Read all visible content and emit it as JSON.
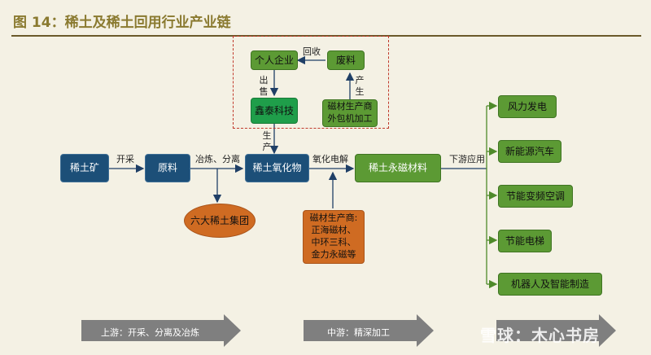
{
  "title": "图 14：稀土及稀土回用行业产业链",
  "nodes": {
    "ore": "稀土矿",
    "raw": "原料",
    "oxide": "稀土氧化物",
    "magnet": "稀土永磁材料",
    "group": "六大稀土集团",
    "maker": "磁材生产商:\n正海磁材、\n中环三科、\n金力永磁等",
    "person": "个人企业",
    "waste": "废料",
    "xintai": "鑫泰科技",
    "outsource": "磁材生产商\n外包机加工",
    "wind": "风力发电",
    "ev": "新能源汽车",
    "ac": "节能变频空调",
    "elevator": "节能电梯",
    "robot": "机器人及智能制造"
  },
  "labels": {
    "mining": "开采",
    "smelt": "冶炼、分离",
    "electro": "氧化电解",
    "downstream": "下游应用",
    "recycle": "回收",
    "sell": "出\n售",
    "produce_up": "产\n生",
    "produce_down": "生\n产"
  },
  "bands": {
    "upstream": "上游：开采、分离及冶炼",
    "midstream": "中游：精深加工"
  },
  "watermark": "雪球：木心书房",
  "colors": {
    "navy": "#1c4f78",
    "green": "#5c9a34",
    "orange": "#cf6b22",
    "band": "#7f7f7f"
  }
}
